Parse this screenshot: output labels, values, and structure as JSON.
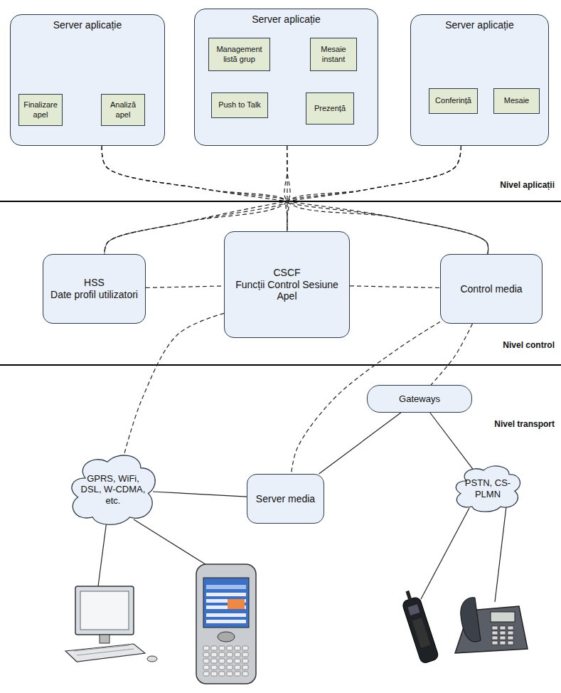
{
  "diagram": {
    "nodes": [
      {
        "text": [
          "Server aplicație"
        ]
      },
      {
        "text": [
          "Finalizare apel"
        ],
        "in": 0
      },
      {
        "text": [
          "Analiză apel"
        ],
        "in": 0
      },
      {
        "text": [
          "Server aplicație"
        ]
      },
      {
        "text": [
          "Management listă grup"
        ],
        "in": 3
      },
      {
        "text": [
          "Mesaie instant"
        ],
        "in": 3
      },
      {
        "text": [
          "Push to Talk"
        ],
        "in": 3
      },
      {
        "text": [
          "Prezență"
        ],
        "in": 3
      },
      {
        "text": [
          "Server aplicație"
        ]
      },
      {
        "text": [
          "Conferință"
        ],
        "in": 8
      },
      {
        "text": [
          "Mesaie"
        ],
        "in": 8
      },
      {
        "text": [
          "HSS",
          "Date profil utilizatori"
        ]
      },
      {
        "text": [
          "CSCF",
          "Funcții Control Sesiune Apel"
        ]
      },
      {
        "text": [
          "Control media"
        ]
      },
      {
        "text": [
          "Gateways"
        ]
      },
      {
        "text": [
          "GPRS, WiFi, DSL, W-CDMA, etc."
        ]
      },
      {
        "text": [
          "Server media"
        ]
      },
      {
        "text": [
          "PSTN, CS-PLMN"
        ]
      }
    ],
    "edges": [
      {
        "from": 0,
        "to": 11,
        "arrow": "none"
      },
      {
        "from": 0,
        "to": 12,
        "arrow": "none"
      },
      {
        "from": 0,
        "to": 13,
        "arrow": "none"
      },
      {
        "from": 3,
        "to": 11,
        "arrow": "none"
      },
      {
        "from": 3,
        "to": 12,
        "arrow": "none"
      },
      {
        "from": 3,
        "to": 13,
        "arrow": "none"
      },
      {
        "from": 8,
        "to": 11,
        "arrow": "none"
      },
      {
        "from": 8,
        "to": 12,
        "arrow": "none"
      },
      {
        "from": 8,
        "to": 13,
        "arrow": "none"
      },
      {
        "from": 11,
        "to": 12,
        "arrow": "none"
      },
      {
        "from": 12,
        "to": 13,
        "arrow": "none"
      },
      {
        "from": 12,
        "to": 15,
        "arrow": "none"
      },
      {
        "from": 13,
        "to": 16,
        "arrow": "none"
      },
      {
        "from": 13,
        "to": 14,
        "arrow": "none"
      },
      {
        "from": 15,
        "to": 16,
        "arrow": "none"
      },
      {
        "from": 16,
        "to": 14,
        "arrow": "none"
      },
      {
        "from": 14,
        "to": 17,
        "arrow": "none"
      }
    ],
    "labels": [
      "Nivel aplicații",
      "Nivel control",
      "Nivel transport"
    ]
  }
}
